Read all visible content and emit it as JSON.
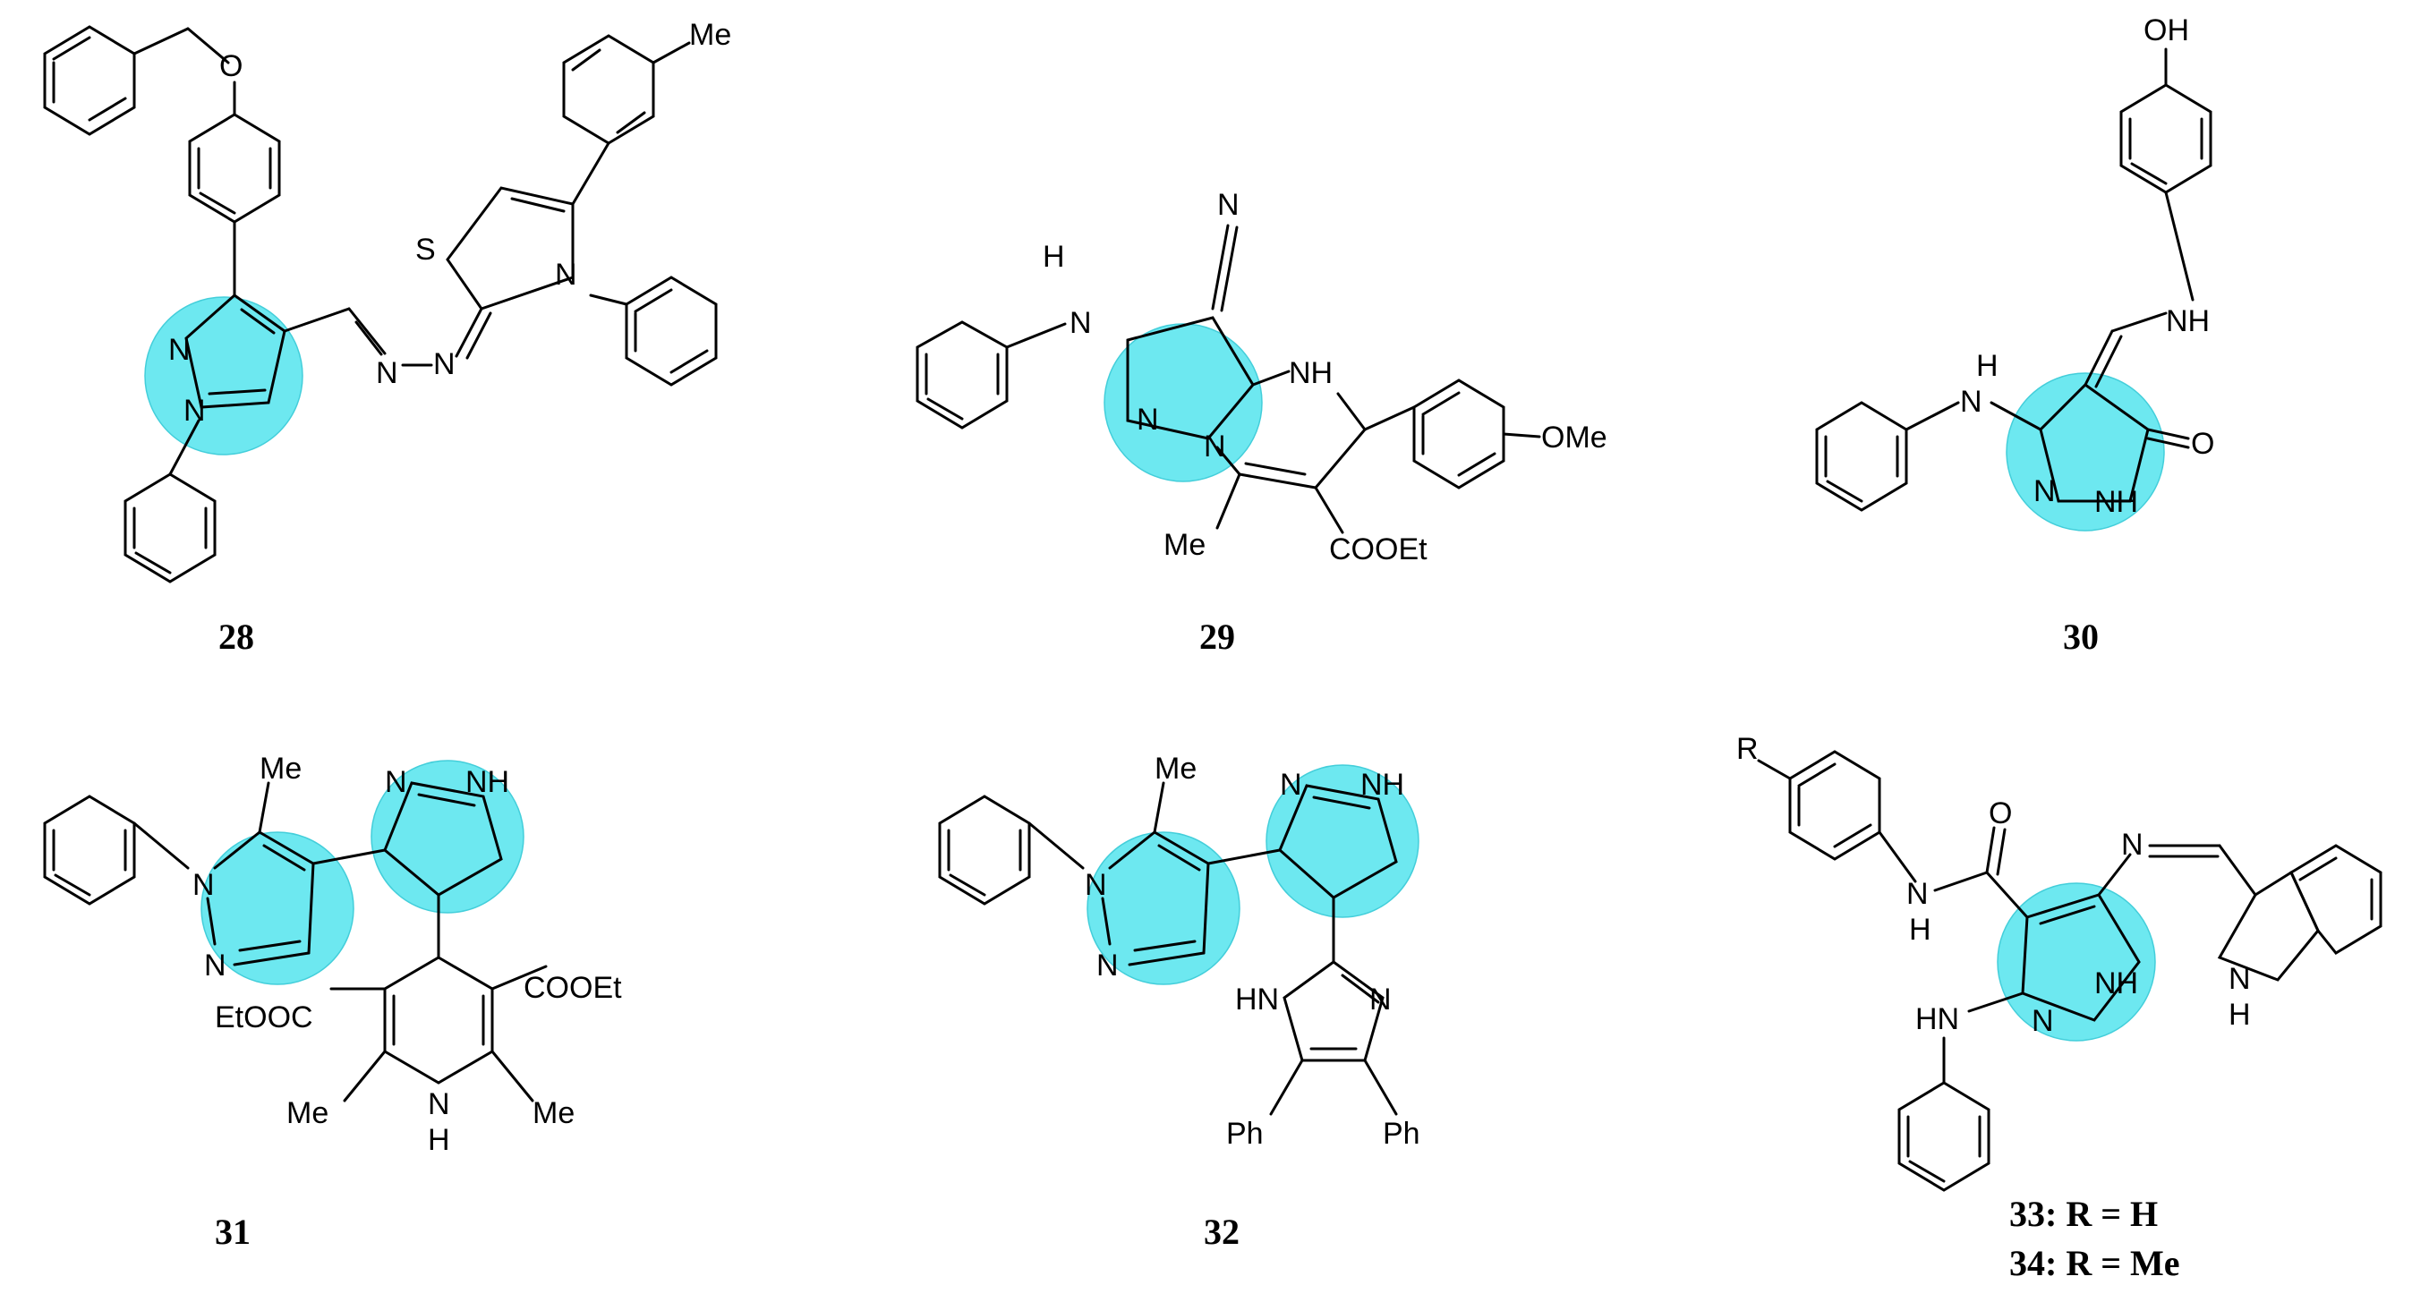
{
  "figure": {
    "compounds": [
      {
        "id": "c28",
        "label": "28"
      },
      {
        "id": "c29",
        "label": "29"
      },
      {
        "id": "c30",
        "label": "30"
      },
      {
        "id": "c31",
        "label": "31"
      },
      {
        "id": "c32",
        "label": "32"
      },
      {
        "id": "c33",
        "label": "33: R = H"
      },
      {
        "id": "c34",
        "label": "34: R = Me"
      }
    ],
    "atoms": {
      "c28": {
        "O": "O",
        "Me": "Me",
        "S": "S",
        "N_thz": "N",
        "N1": "N",
        "N2": "N",
        "N_hz1": "N",
        "N_hz2": "N"
      },
      "c29": {
        "N_nitrile": "N",
        "H_anil": "H",
        "N_anil": "N",
        "N_pyr1": "N",
        "N_pyr2": "N",
        "NH": "NH",
        "OMe": "OMe",
        "Me": "Me",
        "COOEt": "COOEt"
      },
      "c30": {
        "OH": "OH",
        "NH_amine": "NH",
        "H_anil": "H",
        "N_anil": "N",
        "O": "O",
        "N_ring": "N",
        "NH_ring": "NH"
      },
      "c31": {
        "Me_top": "Me",
        "N1": "N",
        "N2": "N",
        "N_pz2": "N",
        "NH_pz2": "NH",
        "COOEt": "COOEt",
        "EtOOC": "EtOOC",
        "Me_left": "Me",
        "Me_right": "Me",
        "N_dhp": "N",
        "H_dhp": "H"
      },
      "c32": {
        "Me_top": "Me",
        "N1": "N",
        "N2": "N",
        "N_pz2": "N",
        "NH_pz2": "NH",
        "HN_im": "HN",
        "N_im": "N",
        "Ph_left": "Ph",
        "Ph_right": "Ph"
      },
      "c33": {
        "R": "R",
        "O": "O",
        "N_amide": "N",
        "H_amide": "H",
        "N_imine": "N",
        "N_ring": "N",
        "NH_ring": "NH",
        "HN_anil": "HN",
        "N_ind": "N",
        "H_ind": "H"
      }
    }
  }
}
